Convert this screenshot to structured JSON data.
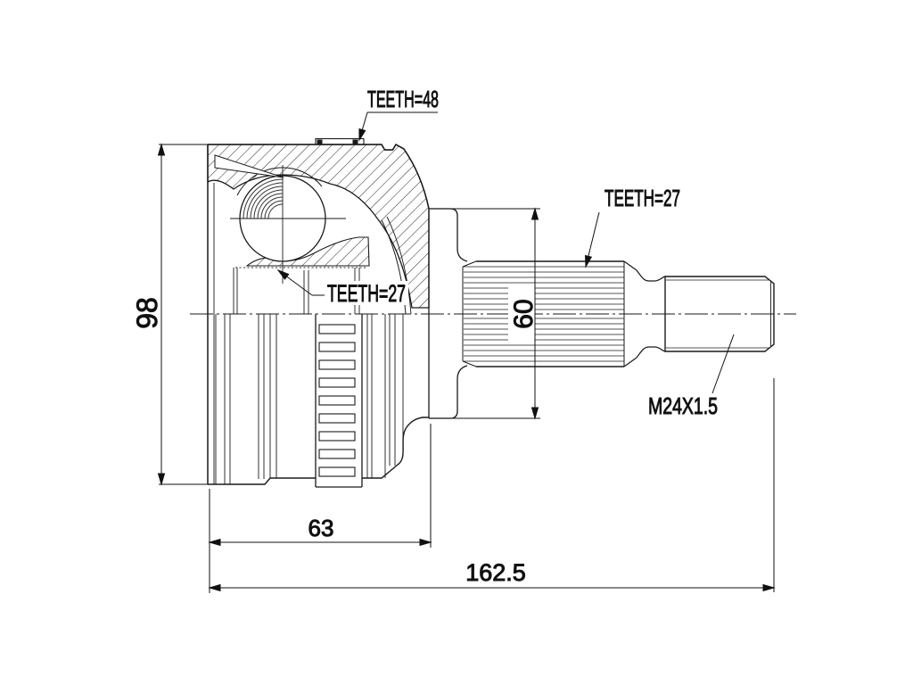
{
  "drawing": {
    "labels": {
      "teeth_ring": "TEETH=48",
      "teeth_inner": "TEETH=27",
      "teeth_shaft": "TEETH=27",
      "thread_spec": "M24X1.5"
    },
    "dimensions": {
      "overall_diameter": "98",
      "shoulder_diameter": "60",
      "body_length": "63",
      "overall_length": "162.5"
    },
    "colors": {
      "background": "#ffffff",
      "line": "#1a1a1a"
    }
  }
}
